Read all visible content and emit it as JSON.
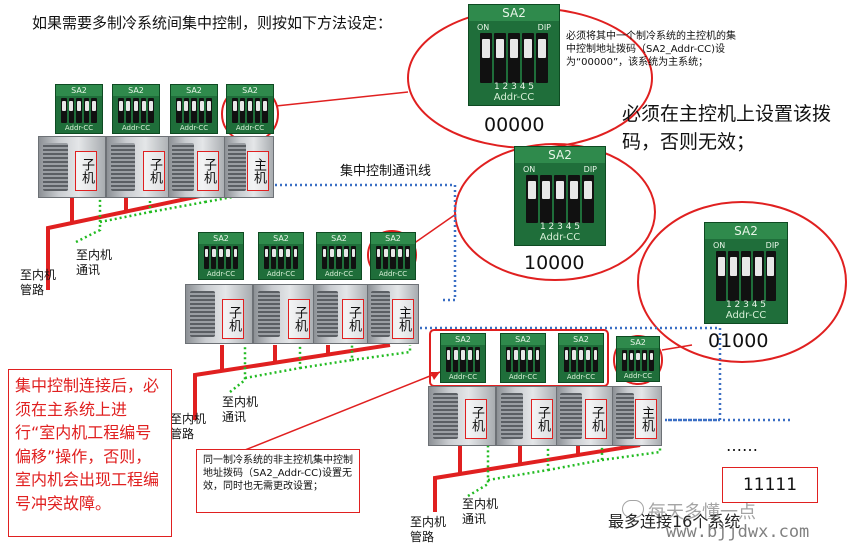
{
  "title": "如果需要多制冷系统间集中控制，则按如下方法设定：",
  "master_note": "必须将其中一个制冷系统的主控机的集中控制地址拨码（SA2_Addr-CC)设为“00000”，该系统为主系统；",
  "master_warning": "必须在主控机上设置该拨码，否则无效；",
  "bus_label": "集中控制通讯线",
  "codes": [
    "00000",
    "10000",
    "01000"
  ],
  "ellipsis": "……",
  "last_code": "11111",
  "max_systems": "最多连接16个系统",
  "switch_header": "SA2",
  "switch_footer": "Addr-CC",
  "switch_on": "ON",
  "switch_dip": "DIP",
  "switch_numbers": "1 2 3 4 5",
  "unit_labels": {
    "slave": "子机",
    "master": "主机"
  },
  "pipe_label": "至内机管路",
  "comm_label": "至内机通讯",
  "bottom_left_note": "集中控制连接后，必须在主系统上进行“室内机工程编号偏移”操作，否则，室内机会出现工程编号冲突故障。",
  "slave_note": "同一制冷系统的非主控机集中控制地址拨码（SA2_Addr-CC)设置无效，同时也无需更改设置；",
  "watermark": "每天多懂一点",
  "watermark_url": "www.bjjdwx.com",
  "colors": {
    "pipe": "#e02020",
    "comm": "#22bb22",
    "bus": "#3a6fc4",
    "highlight": "#e02020",
    "board": "#1f6e3a"
  }
}
